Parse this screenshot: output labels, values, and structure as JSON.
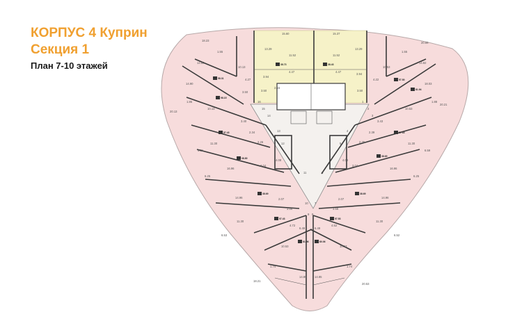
{
  "title": {
    "line1": "КОРПУС 4 Куприн",
    "line2": "Секция 1",
    "line3": "План 7-10 этажей"
  },
  "colors": {
    "accent": "#f0a030",
    "apartment_pink": "#f7dcdc",
    "apartment_yellow": "#f6f2c8",
    "core": "#f4f1ee",
    "wall": "#3a3a3a"
  },
  "apartments": [
    {
      "id": "a1",
      "area": "58.31"
    },
    {
      "id": "a2",
      "area": "38.73"
    },
    {
      "id": "a3",
      "area": "38.43"
    },
    {
      "id": "a4",
      "area": "57.50"
    },
    {
      "id": "a5",
      "area": "98.15"
    },
    {
      "id": "a6",
      "area": "81.94"
    },
    {
      "id": "a7",
      "area": "57.43"
    },
    {
      "id": "a8",
      "area": "57.34"
    },
    {
      "id": "a9",
      "area": "38.80"
    },
    {
      "id": "a10",
      "area": "38.69"
    },
    {
      "id": "a11",
      "area": "38.69"
    },
    {
      "id": "a12",
      "area": "38.69"
    },
    {
      "id": "a13",
      "area": "57.43"
    },
    {
      "id": "a14",
      "area": "57.53"
    },
    {
      "id": "a15",
      "area": "81.96"
    },
    {
      "id": "a16",
      "area": "80.06"
    }
  ],
  "dimensions": [
    "15.60",
    "15.37",
    "13.29",
    "13.29",
    "11.52",
    "11.52",
    "4.47",
    "4.47",
    "3.94",
    "3.94",
    "3.50",
    "3.50",
    "1.55",
    "1.55",
    "18.23",
    "20.69",
    "14.86",
    "14.82",
    "10.13",
    "10.53",
    "4.27",
    "4.22",
    "14.90",
    "18.03",
    "20.13",
    "20.21",
    "10.13",
    "10.53",
    "1.85",
    "1.88",
    "3.40",
    "3.43",
    "2.34",
    "2.39",
    "11.30",
    "11.30",
    "6.31",
    "6.59",
    "2.26",
    "2.35",
    "3.04",
    "3.04",
    "4.08",
    "4.08",
    "16.96",
    "16.96",
    "6.25",
    "6.25",
    "14.96",
    "14.96",
    "2.07",
    "2.07",
    "3.56",
    "3.56",
    "11.30",
    "11.30",
    "6.53",
    "6.52",
    "4.72",
    "4.52",
    "6.49",
    "6.49",
    "10.53",
    "10.53",
    "1.74",
    "1.74",
    "18.21",
    "20.53",
    "14.85",
    "14.85",
    "3.50",
    "2.15"
  ],
  "corridor_numbers": [
    "1",
    "2",
    "3",
    "4",
    "5",
    "6",
    "7",
    "8",
    "9",
    "10",
    "11",
    "12",
    "13",
    "14",
    "15",
    "16"
  ]
}
